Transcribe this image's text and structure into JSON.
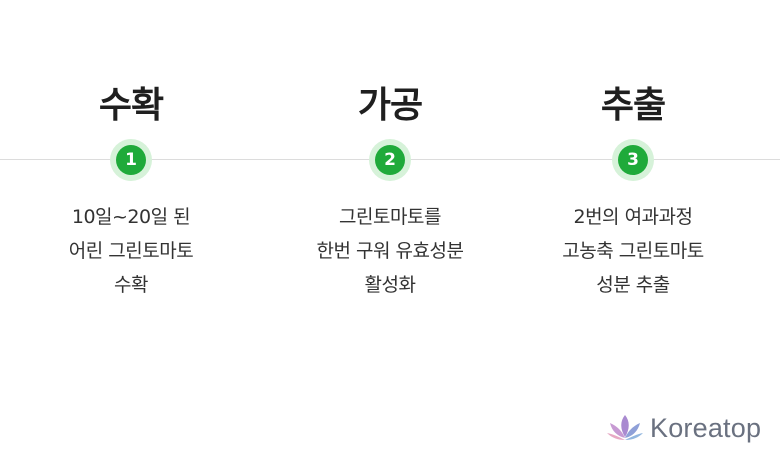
{
  "steps": [
    {
      "title": "수확",
      "number": "1",
      "desc": [
        "10일~20일 된",
        "어린 그린토마토",
        "수확"
      ]
    },
    {
      "title": "가공",
      "number": "2",
      "desc": [
        "그린토마토를",
        "한번 구워 유효성분",
        "활성화"
      ]
    },
    {
      "title": "추출",
      "number": "3",
      "desc": [
        "2번의 여과과정",
        "고농축 그린토마토",
        "성분 추출"
      ]
    }
  ],
  "brand": {
    "name": "Koreatop",
    "logo_icon": "lotus-icon"
  },
  "colors": {
    "accent_green": "#1faa3a",
    "badge_halo": "#d6f2d9",
    "line": "#dcdcdc"
  }
}
